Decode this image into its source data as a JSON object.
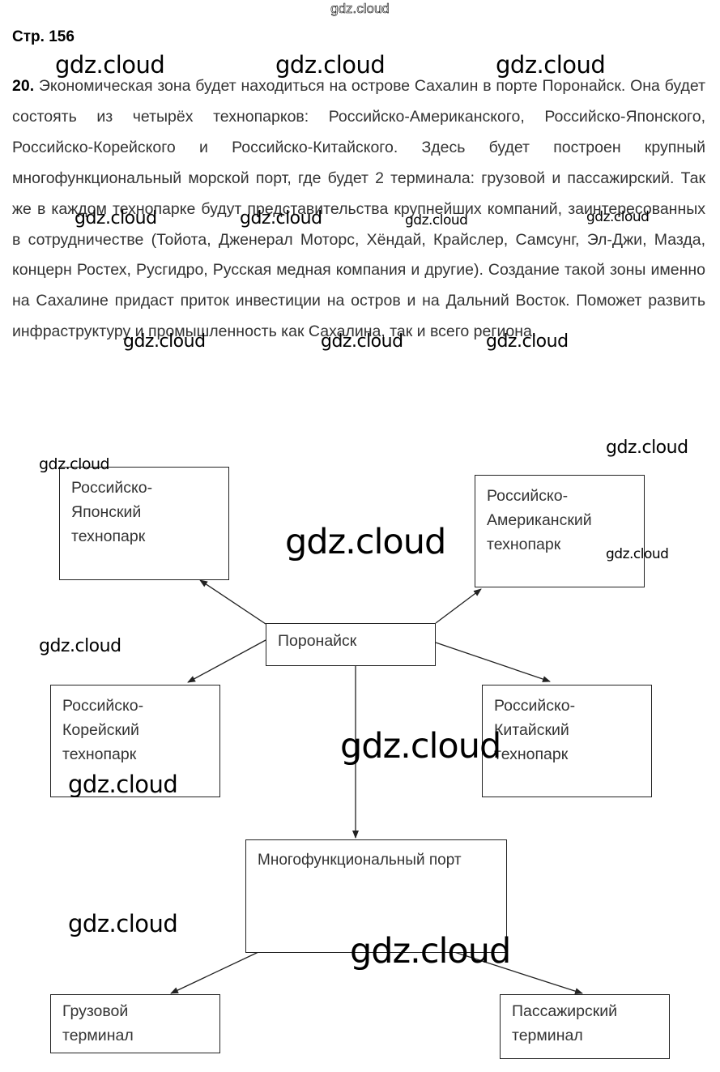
{
  "header": {
    "site_link": "gdz.cloud",
    "page_label": "Стр. 156"
  },
  "task": {
    "number": "20.",
    "text": "Экономическая зона будет находиться на острове Сахалин в порте Поронайск. Она будет состоять из четырёх технопарков: Российско-Американского, Российско-Японского, Российско-Корейского и Российско-Китайского. Здесь будет построен крупный многофункциональный морской порт, где будет 2 терминала: грузовой и пассажирский. Так же в каждом технопарке будут представительства крупнейших компаний, заинтересованных в сотрудничестве (Тойота, Дженерал Моторс, Хёндай, Крайслер, Самсунг, Эл-Джи, Мазда, концерн Ростех,  Русгидро, Русская медная компания и другие). Создание такой зоны именно на Сахалине придаст приток инвестиции на остров и на Дальний Восток. Поможет развить инфраструктуру и промышленность как Сахалина, так и всего региона."
  },
  "diagram": {
    "center": {
      "line1": "Поронайск"
    },
    "japan": {
      "line1": "Российско-",
      "line2": "Японский",
      "line3": "технопарк"
    },
    "america": {
      "line1": "Российско-",
      "line2": "Американский",
      "line3": "технопарк"
    },
    "korea": {
      "line1": "Российско-",
      "line2": "Корейский",
      "line3": "технопарк"
    },
    "china": {
      "line1": "Российско-",
      "line2": "Китайский",
      "line3": "технопарк"
    },
    "port": {
      "line1": "Многофункциональный порт"
    },
    "cargo": {
      "line1": "Грузовой",
      "line2": "терминал"
    },
    "passenger": {
      "line1": "Пассажирский",
      "line2": "терминал"
    }
  },
  "watermark": {
    "text": "gdz.cloud"
  },
  "colors": {
    "text": "#333333",
    "border": "#222222",
    "watermark": "#000000"
  }
}
